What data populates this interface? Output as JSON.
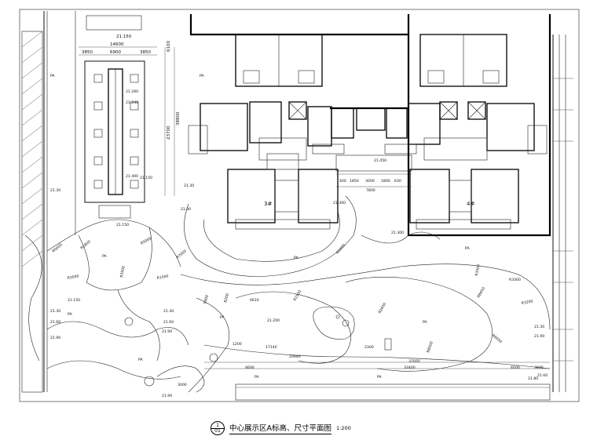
{
  "drawing": {
    "title": "中心展示区A标高、尺寸平面图",
    "scale": "1:200",
    "index_mark_top": "1",
    "index_mark_bottom": "01"
  },
  "rooms": {
    "parking": "PA",
    "parking_small": "PA"
  },
  "buildings": {
    "tower_a": "3#",
    "tower_b": "4#"
  },
  "elevations": [
    "21.30",
    "21.30",
    "21.300",
    "21.150",
    "21.150",
    "21.150",
    "21.30",
    "21.30",
    "21.60",
    "21.90",
    "21.90",
    "21.30",
    "21.60",
    "21.90",
    "21.200",
    "21.90",
    "21.80",
    "21.30",
    "21.60",
    "21.300",
    "21.450",
    "21.400",
    "21.240",
    "21.260"
  ],
  "dimensions": {
    "pavilion_top": "21.150",
    "width_total": "14600",
    "width_a": "3850",
    "width_b": "6900",
    "width_c": "3850",
    "depth_a": "6100",
    "depth_b": "23700",
    "depth_c": "38800",
    "row_a": "400",
    "row_b": "1850",
    "row_c": "3000",
    "row_d": "1800",
    "row_e": "630",
    "row_total": "7800",
    "path_a": "17140",
    "path_b": "20640",
    "path_c": "2300",
    "path_d": "1200",
    "path_e": "4600",
    "path_f": "3000",
    "path_g": "37600",
    "path_h": "33400",
    "path_i": "4000",
    "path_j": "3600",
    "radius_a": "R5000",
    "radius_b": "R1800",
    "radius_c": "R3500",
    "radius_d": "R5000",
    "radius_e": "R3500",
    "radius_f": "R1500",
    "radius_g": "R7000",
    "radius_h": "R5000",
    "radius_i": "R1500",
    "radius_j": "R2400",
    "radius_k": "R3300",
    "radius_l": "R8450",
    "radius_m": "R6050",
    "radius_n": "R3200",
    "radius_o": "R8000",
    "radius_p": "R3500",
    "curve_a": "6610",
    "curve_b": "8200",
    "curve_c": "5400"
  }
}
